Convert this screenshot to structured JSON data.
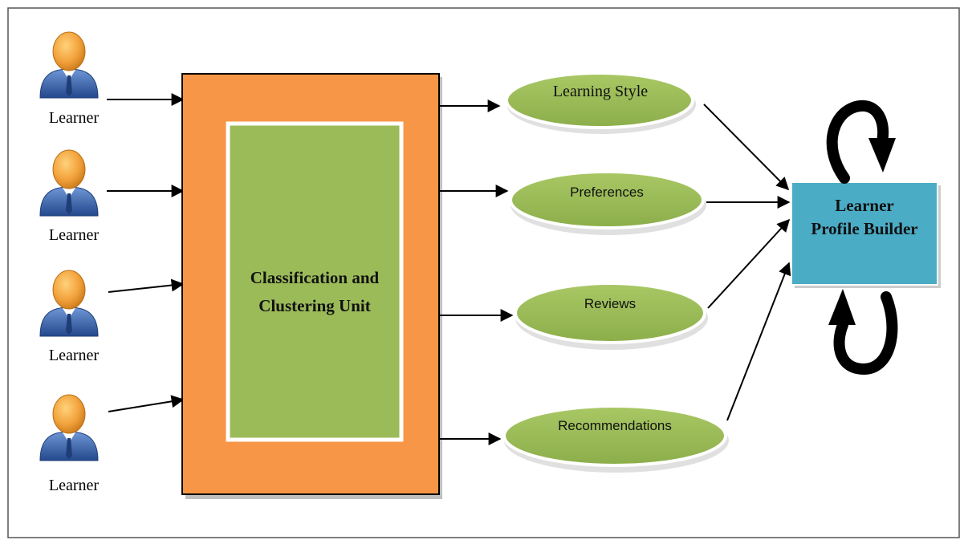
{
  "learners": [
    {
      "label": "Learner"
    },
    {
      "label": "Learner"
    },
    {
      "label": "Learner"
    },
    {
      "label": "Learner"
    }
  ],
  "unit": {
    "line1": "Classification and",
    "line2": "Clustering Unit"
  },
  "outputs": [
    {
      "label": "Learning Style"
    },
    {
      "label": "Preferences"
    },
    {
      "label": "Reviews"
    },
    {
      "label": "Recommendations"
    }
  ],
  "builder": {
    "line1": "Learner",
    "line2": "Profile Builder"
  },
  "colors": {
    "outer_box": "#F79646",
    "inner_box": "#9BBB59",
    "oval_fill": "#9BBB59",
    "builder_fill": "#4BACC6",
    "person_head": "#F2A23C",
    "person_body": "#2F5DA8"
  },
  "icons": {
    "person": "learner-person-icon",
    "cycle": "circular-arrow-icon"
  }
}
